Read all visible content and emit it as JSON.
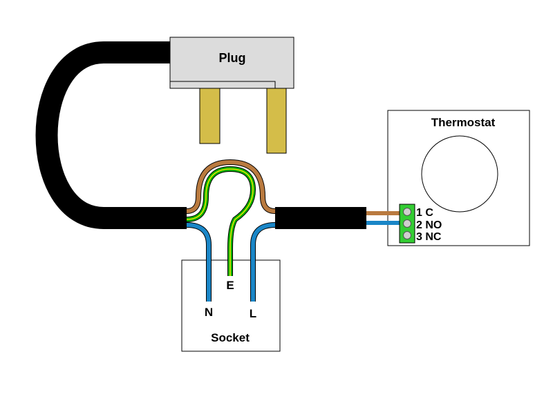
{
  "plug": {
    "label": "Plug"
  },
  "thermostat": {
    "label": "Thermostat"
  },
  "socket": {
    "label": "Socket",
    "terminals": {
      "neutral": "N",
      "earth": "E",
      "live": "L"
    }
  },
  "terminal_block": {
    "terminals": [
      {
        "label": "1 C"
      },
      {
        "label": "2 NO"
      },
      {
        "label": "3 NC"
      }
    ]
  },
  "colors": {
    "cable": "#000000",
    "live_wire": "#b97a3f",
    "neutral_wire": "#1a86c7",
    "earth_green": "#00b000",
    "earth_yellow": "#e6e600",
    "plug_body": "#dcdcdc",
    "plug_pin": "#d4bd49",
    "terminal_block": "#33cc33",
    "terminal_screw": "#cfcfcf"
  }
}
